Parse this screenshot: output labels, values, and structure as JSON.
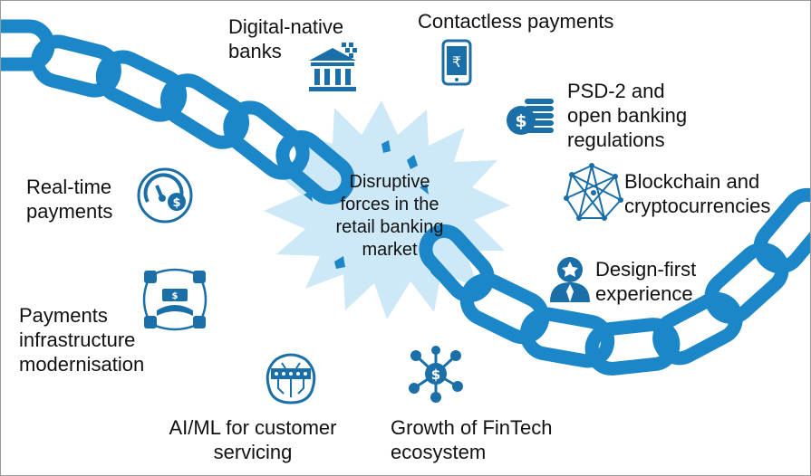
{
  "colors": {
    "chain": "#1b87c9",
    "chain_edge": "#0f6ca6",
    "burst": "#cde8f7",
    "icon": "#1b6fa8",
    "text": "#111111"
  },
  "center": {
    "text": "Disruptive\nforces in the\nretail banking\nmarket"
  },
  "forces": [
    {
      "label": "Digital-native\nbanks",
      "icon": "bank-icon"
    },
    {
      "label": "Contactless payments",
      "icon": "mobile-payment-icon"
    },
    {
      "label": "PSD-2 and\nopen banking\nregulations",
      "icon": "coin-stack-icon"
    },
    {
      "label": "Blockchain and\ncryptocurrencies",
      "icon": "network-mesh-icon"
    },
    {
      "label": "Design-first\nexperience",
      "icon": "user-badge-icon"
    },
    {
      "label": "Growth of FinTech\necosystem",
      "icon": "dollar-hub-icon"
    },
    {
      "label": "AI/ML for customer\nservicing",
      "icon": "brain-circuit-icon"
    },
    {
      "label": "Payments\ninfrastructure\nmodernisation",
      "icon": "infrastructure-icon"
    },
    {
      "label": "Real-time\npayments",
      "icon": "speedometer-dollar-icon"
    }
  ]
}
